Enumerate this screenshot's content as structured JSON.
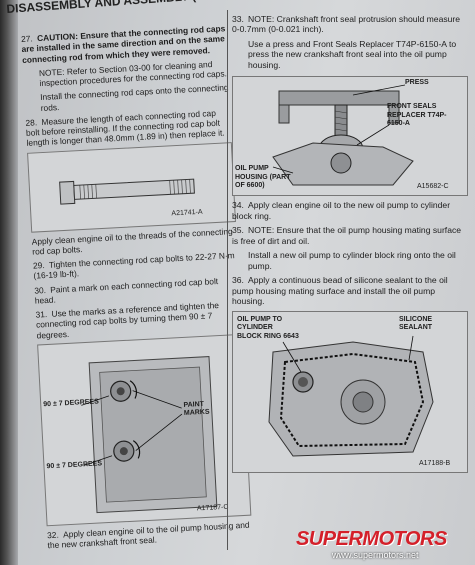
{
  "header": {
    "title": "DISASSEMBLY AND ASSEMBLY (Continued)"
  },
  "left": {
    "step27": {
      "num": "27.",
      "caution_label": "CAUTION:",
      "caution_text": "Ensure that the connecting rod caps are installed in the same direction and on the same connecting rod from which they were removed."
    },
    "note27": {
      "label": "NOTE:",
      "text": "Refer to Section 03-00 for cleaning and inspection procedures for the connecting rod caps."
    },
    "install27": "Install the connecting rod caps onto the connecting rods.",
    "step28": {
      "num": "28.",
      "text": "Measure the length of each connecting rod cap bolt before reinstalling. If the connecting rod cap bolt length is longer than 48.0mm (1.89 in) then replace it."
    },
    "fig1_id": "A21741-A",
    "apply_oil": "Apply clean engine oil to the threads of the connecting rod cap bolts.",
    "step29": {
      "num": "29.",
      "text": "Tighten the connecting rod cap bolts to 22-27 N·m (16-19 lb-ft)."
    },
    "step30": {
      "num": "30.",
      "text": "Paint a mark on each connecting rod cap bolt head."
    },
    "step31": {
      "num": "31.",
      "text": "Use the marks as a reference and tighten the connecting rod cap bolts by turning them 90 ± 7 degrees."
    },
    "fig2": {
      "deg_top": "90 ± 7 DEGREES",
      "deg_bottom": "90 ± 7 DEGREES",
      "paint_marks": "PAINT MARKS",
      "id": "A17187-C"
    },
    "step32": {
      "num": "32.",
      "text": "Apply clean engine oil to the oil pump housing and the new crankshaft front seal."
    }
  },
  "right": {
    "step33": {
      "num": "33.",
      "note": "NOTE: Crankshaft front seal protrusion should measure 0-0.7mm (0-0.021 inch).",
      "text": "Use a press and Front Seals Replacer T74P-6150-A to press the new crankshaft front seal into the oil pump housing."
    },
    "fig3": {
      "press": "PRESS",
      "replacer": "FRONT SEALS REPLACER T74P-6150-A",
      "housing": "OIL PUMP HOUSING (PART OF 6600)",
      "id": "A15682-C"
    },
    "step34": {
      "num": "34.",
      "text": "Apply clean engine oil to the new oil pump to cylinder block ring."
    },
    "step35": {
      "num": "35.",
      "note": "NOTE: Ensure that the oil pump housing mating surface is free of dirt and oil.",
      "text": "Install a new oil pump to cylinder block ring onto the oil pump."
    },
    "step36": {
      "num": "36.",
      "text": "Apply a continuous bead of silicone sealant to the oil pump housing mating surface and install the oil pump housing."
    },
    "fig4": {
      "ring": "OIL PUMP TO CYLINDER BLOCK RING 6643",
      "sealant": "SILICONE SEALANT",
      "id": "A17188-B"
    }
  },
  "watermark": {
    "brand": "SUPERMOTORS",
    "url": "www.supermotors.net"
  }
}
